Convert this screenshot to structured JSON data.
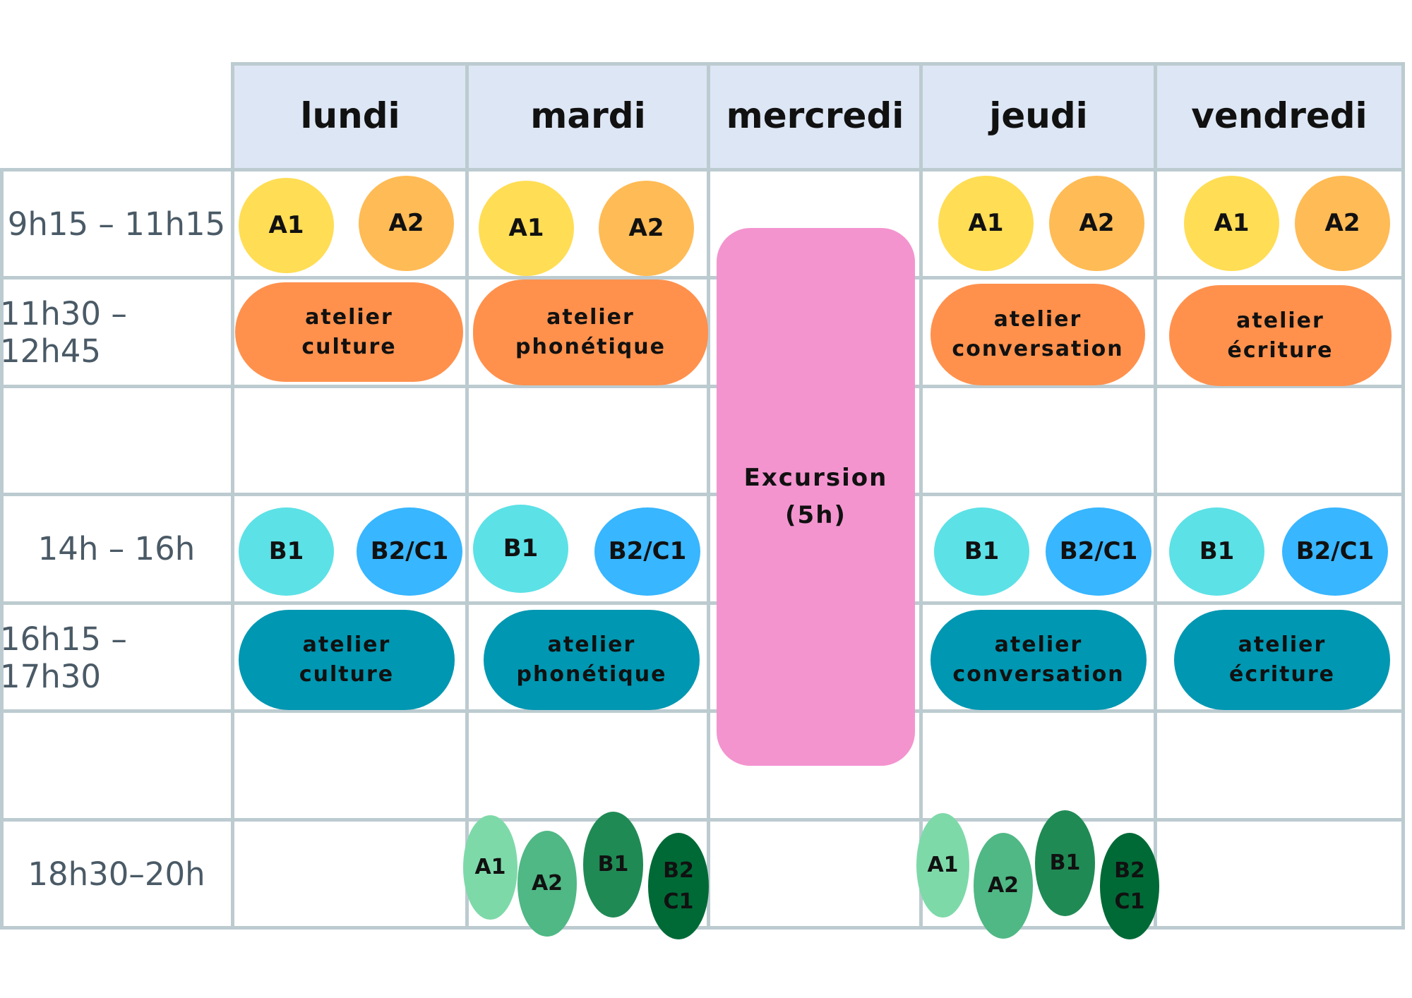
{
  "colors": {
    "header_bg": "#dde6f4",
    "grid_line": "#bccbd0",
    "a1": "#ffdd55",
    "a2": "#ffbb55",
    "workshop_morning": "#ff914d",
    "b1": "#5ce1e6",
    "b2c1": "#38b6ff",
    "workshop_afternoon": "#0097b2",
    "excursion": "#f394cf",
    "evening_a1": "#7ed9a9",
    "evening_a2": "#4fb885",
    "evening_b1": "#208a55",
    "evening_b2c1": "#006a36"
  },
  "days": [
    {
      "label": "lundi"
    },
    {
      "label": "mardi"
    },
    {
      "label": "mercredi"
    },
    {
      "label": "jeudi"
    },
    {
      "label": "vendredi"
    }
  ],
  "times": [
    {
      "label": "9h15 – 11h15"
    },
    {
      "label": "11h30 – 12h45"
    },
    {
      "label": ""
    },
    {
      "label": "14h – 16h"
    },
    {
      "label": "16h15 – 17h30"
    },
    {
      "label": ""
    },
    {
      "label": "18h30–20h"
    }
  ],
  "levels": {
    "a1": "A1",
    "a2": "A2",
    "b1": "B1",
    "b2c1": "B2/C1",
    "b2c1_stacked": "B2\nC1"
  },
  "workshops": {
    "lundi": "atelier\nculture",
    "mardi": "atelier\nphonétique",
    "jeudi": "atelier\nconversation",
    "vendredi": "atelier\nécriture"
  },
  "excursion": {
    "label": "Excursion\n(5h)"
  }
}
